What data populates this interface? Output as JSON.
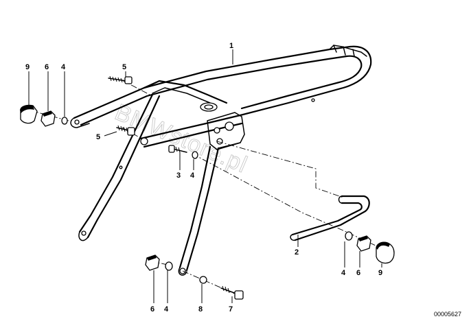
{
  "diagram": {
    "drawing_code": "00005627",
    "watermark": "BMWstore.pl",
    "callouts": {
      "frame": "1",
      "grab_bar": "2",
      "screw_left": "3",
      "washer_left_small": "4",
      "washer_top_left": "4",
      "washer_bottom": "4",
      "washer_right": "4",
      "bolt_top": "5",
      "bolt_middle": "5",
      "nut_top_left": "6",
      "nut_bottom": "6",
      "nut_right": "6",
      "bolt_bottom": "7",
      "washer_spring": "8",
      "cap_top_left": "9",
      "cap_right": "9"
    }
  }
}
